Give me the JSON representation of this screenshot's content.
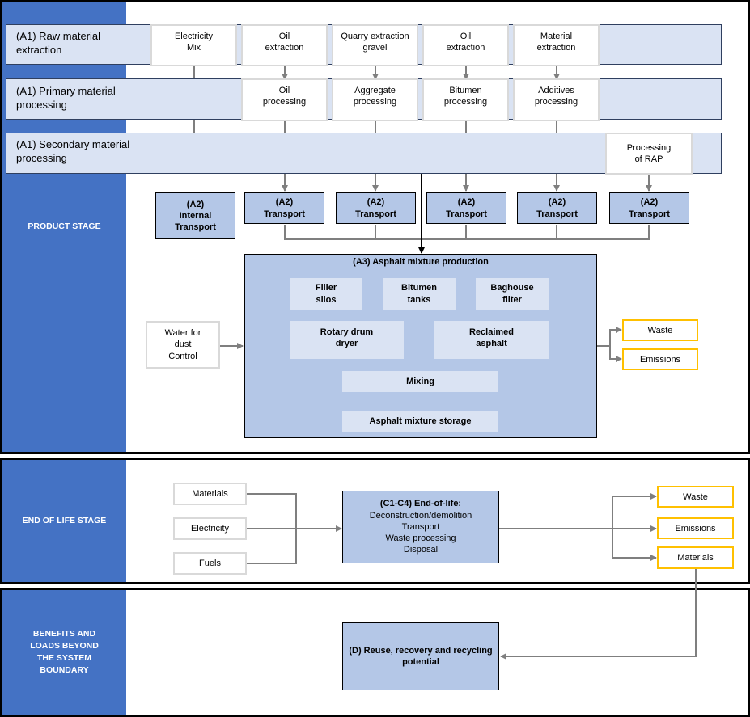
{
  "stages": {
    "product": "PRODUCT STAGE",
    "end_of_life": "END OF LIFE STAGE",
    "beyond": "BENEFITS AND\nLOADS BEYOND\nTHE SYSTEM\nBOUNDARY"
  },
  "rows": {
    "raw": "(A1) Raw material\nextraction",
    "primary": "(A1) Primary material\nprocessing",
    "secondary": "(A1) Secondary material\nprocessing"
  },
  "raw_boxes": [
    "Electricity\nMix",
    "Oil\nextraction",
    "Quarry extraction\ngravel",
    "Oil\nextraction",
    "Material\nextraction"
  ],
  "primary_boxes": [
    "Oil\nprocessing",
    "Aggregate\nprocessing",
    "Bitumen\nprocessing",
    "Additives\nprocessing"
  ],
  "secondary_box": "Processing\nof RAP",
  "transport_boxes": [
    "(A2)\nInternal\nTransport",
    "(A2)\nTransport",
    "(A2)\nTransport",
    "(A2)\nTransport",
    "(A2)\nTransport",
    "(A2)\nTransport"
  ],
  "a3": {
    "title": "(A3) Asphalt mixture production",
    "filler": "Filler\nsilos",
    "bitumen": "Bitumen\ntanks",
    "baghouse": "Baghouse\nfilter",
    "dryer": "Rotary drum\ndryer",
    "reclaimed": "Reclaimed\nasphalt",
    "mixing": "Mixing",
    "storage": "Asphalt mixture storage"
  },
  "water": "Water for\ndust\nControl",
  "a3_outputs": [
    "Waste",
    "Emissions"
  ],
  "eol_inputs": [
    "Materials",
    "Electricity",
    "Fuels"
  ],
  "eol_box": {
    "title": "(C1-C4) End-of-life:",
    "lines": [
      "Deconstruction/demolition",
      "Transport",
      "Waste processing",
      "Disposal"
    ]
  },
  "eol_outputs": [
    "Waste",
    "Emissions",
    "Materials"
  ],
  "d_box": "(D) Reuse, recovery and recycling\npotential",
  "colors": {
    "side": "#4472c4",
    "row": "#dae3f3",
    "box": "#b4c7e7",
    "output_border": "#ffc000",
    "arrow": "#7f7f7f"
  }
}
